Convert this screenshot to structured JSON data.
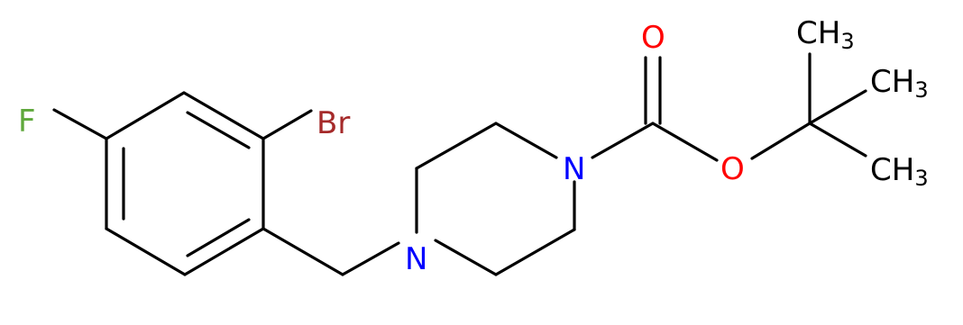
{
  "structure": {
    "colors": {
      "bond": "#000000",
      "carbon": "#000000",
      "nitrogen": "#0000ff",
      "oxygen": "#ff0000",
      "bromine": "#a52a2a",
      "fluorine": "#5fa83c"
    },
    "atoms": {
      "fluorine": "F",
      "bromine": "Br",
      "nitrogen_benzyl": "N",
      "nitrogen_carbamate": "N",
      "oxygen_carbonyl": "O",
      "oxygen_ester": "O",
      "methyl_top_main": "CH",
      "methyl_top_sub": "3",
      "methyl_mid_main": "CH",
      "methyl_mid_sub": "3",
      "methyl_bottom_main": "CH",
      "methyl_bottom_sub": "3"
    }
  }
}
